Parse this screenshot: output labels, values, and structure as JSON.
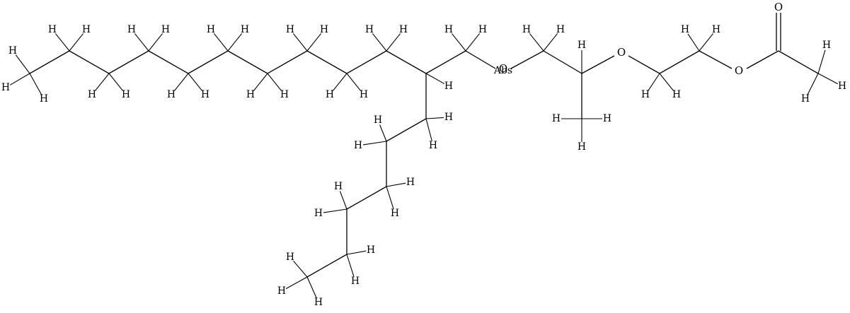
{
  "molecule": {
    "hydrogen": "H",
    "oxygen": "O",
    "abs_label": "Abs",
    "ether_o1": "O",
    "ether_o2": "O",
    "ester_o": "O",
    "carbonyl_o": "O"
  }
}
